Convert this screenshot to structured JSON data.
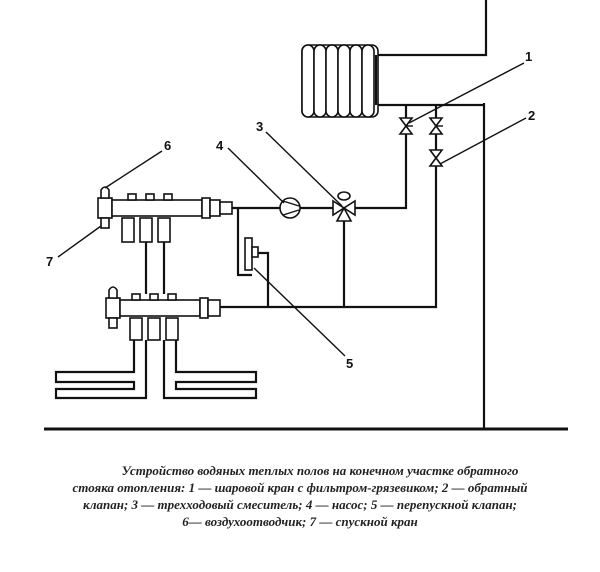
{
  "diagram": {
    "title": "Устройство водяных теплых полов на конечном участке обратного стояка отопления",
    "callouts": [
      {
        "id": "1",
        "label": "1"
      },
      {
        "id": "2",
        "label": "2"
      },
      {
        "id": "3",
        "label": "3"
      },
      {
        "id": "4",
        "label": "4"
      },
      {
        "id": "5",
        "label": "5"
      },
      {
        "id": "6",
        "label": "6"
      },
      {
        "id": "7",
        "label": "7"
      }
    ]
  },
  "caption": {
    "lines": [
      "Устройство водяных теплых полов на конечном участке обратного",
      "стояка отопления: 1 — шаровой кран с фильтром-грязевиком; 2 — обратный",
      "клапан; 3 — трехходовый смеситель; 4 — насос; 5 — перепускной клапан;",
      "6— воздухоотводчик;  7 — спускной кран"
    ]
  },
  "legend": [
    {
      "number": "1",
      "name": "шаровой кран с фильтром-грязевиком"
    },
    {
      "number": "2",
      "name": "обратный клапан"
    },
    {
      "number": "3",
      "name": "трехходовый смеситель"
    },
    {
      "number": "4",
      "name": "насос"
    },
    {
      "number": "5",
      "name": "перепускной клапан"
    },
    {
      "number": "6",
      "name": "воздухоотводчик"
    },
    {
      "number": "7",
      "name": "спускной кран"
    }
  ]
}
